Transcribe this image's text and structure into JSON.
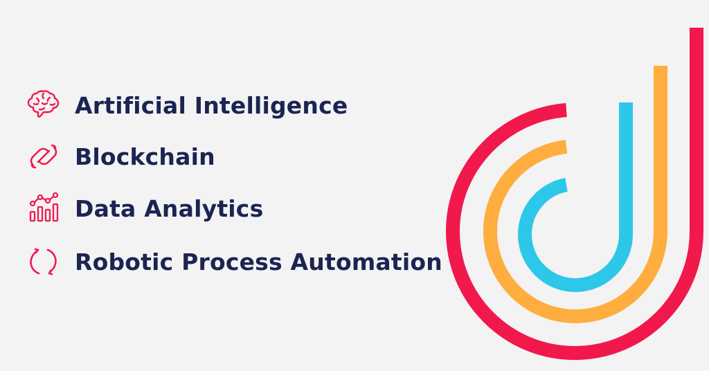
{
  "topics": [
    {
      "label": "Artificial Intelligence",
      "icon": "brain-icon"
    },
    {
      "label": "Blockchain",
      "icon": "chain-link-icon"
    },
    {
      "label": "Data Analytics",
      "icon": "analytics-chart-icon"
    },
    {
      "label": "Robotic Process Automation",
      "icon": "refresh-arrows-icon"
    }
  ],
  "colors": {
    "background": "#f3f3f3",
    "text": "#1b2452",
    "icon": "#f1184c",
    "logo_outer": "#f1184c",
    "logo_middle": "#ffad3f",
    "logo_inner": "#2dc7ea"
  }
}
